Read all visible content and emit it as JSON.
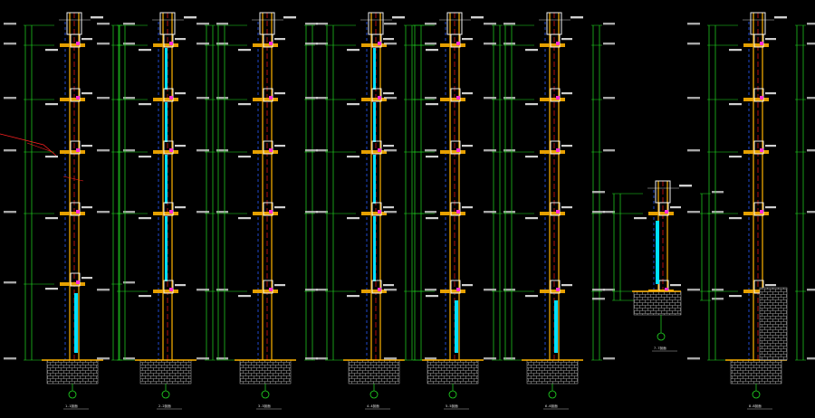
{
  "drawing": {
    "background": "#000000",
    "colors": {
      "wall": "#ffb400",
      "wall_fill": "#e6a000",
      "dimension": "#22dd22",
      "axis_dash": "#dd1111",
      "pane": "#00e0ff",
      "blue_dash": "#2a5cff",
      "text": "#e0e0e0",
      "ground": "#bdbdbd",
      "magenta": "#ff2fd6",
      "leader": "#ff2020"
    },
    "icons": [
      "axis-bubble-icon",
      "hatch-pattern-icon",
      "section-column-icon"
    ]
  },
  "sections": [
    {
      "id": "s1",
      "caption": "1-1剖面"
    },
    {
      "id": "s2",
      "caption": "2-2剖面"
    },
    {
      "id": "s3",
      "caption": "3-3剖面"
    },
    {
      "id": "s4",
      "caption": "4-4剖面"
    },
    {
      "id": "s5",
      "caption": "5-5剖面"
    },
    {
      "id": "s6",
      "caption": "6-6剖面"
    },
    {
      "id": "s7",
      "caption": "7-7剖面"
    },
    {
      "id": "s8",
      "caption": "8-8剖面"
    }
  ]
}
